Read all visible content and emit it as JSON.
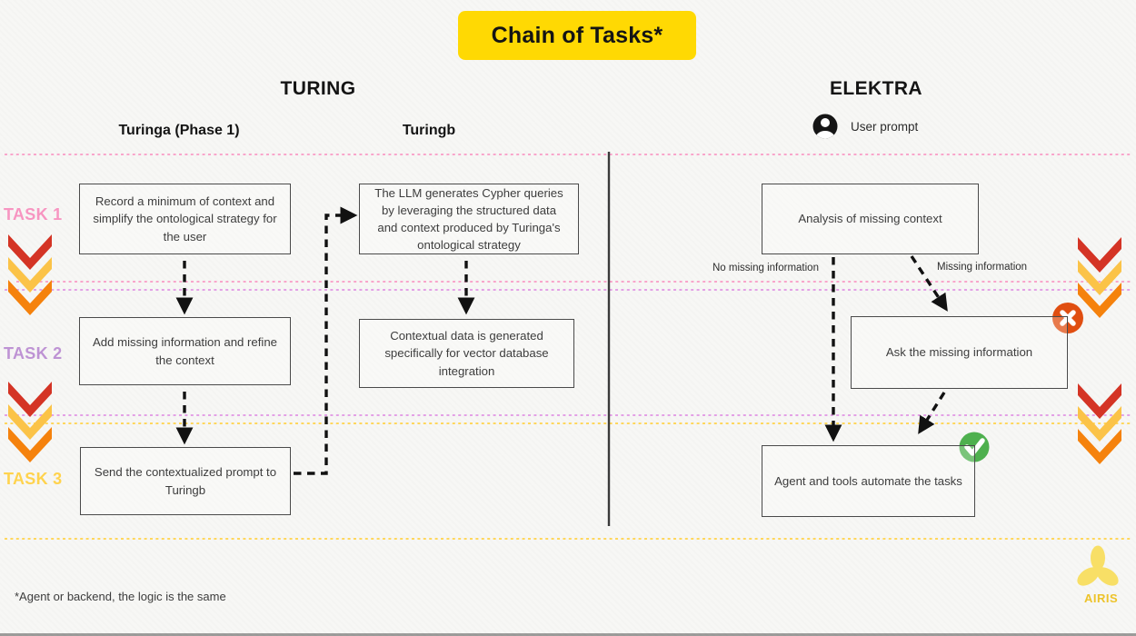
{
  "title": {
    "banner": "Chain of Tasks*"
  },
  "sections": {
    "turing": {
      "header": "TURING",
      "columns": {
        "turinga": "Turinga (Phase 1)",
        "turingb": "Turingb"
      }
    },
    "elektra": {
      "header": "ELEKTRA",
      "user_prompt": "User prompt"
    }
  },
  "tasks": [
    {
      "label": "TASK 1",
      "color": "#f795c1"
    },
    {
      "label": "TASK 2",
      "color": "#be93d4"
    },
    {
      "label": "TASK 3",
      "color": "#ffd34e"
    }
  ],
  "boxes": {
    "turinga_task1": "Record a minimum of context and simplify the ontological strategy for the user",
    "turinga_task2": "Add missing information and refine the context",
    "turinga_task3": "Send the contextualized prompt to Turingb",
    "turingb_task1": "The LLM generates Cypher queries by leveraging the structured data and context produced by Turinga's ontological strategy",
    "turingb_task2": "Contextual data is generated specifically for vector database integration",
    "elektra_task1": "Analysis of missing context",
    "elektra_task2": "Ask the missing information",
    "elektra_task3": "Agent and tools automate the tasks"
  },
  "branch_labels": {
    "no_missing": "No missing information",
    "missing": "Missing information"
  },
  "footnote": "*Agent or backend, the logic is the same",
  "logo": {
    "text": "AIRIS"
  },
  "colors": {
    "banner_yellow": "#ffd903",
    "dotted_pink": "#f9a6cb",
    "dotted_violet": "#e3a1e6",
    "dotted_yellow": "#ffd75e",
    "chevron_red": "#d43425",
    "chevron_yellow": "#fbc348",
    "chevron_orange": "#f5820d",
    "error_red": "#e04e11",
    "success_green": "#4eb04e"
  }
}
